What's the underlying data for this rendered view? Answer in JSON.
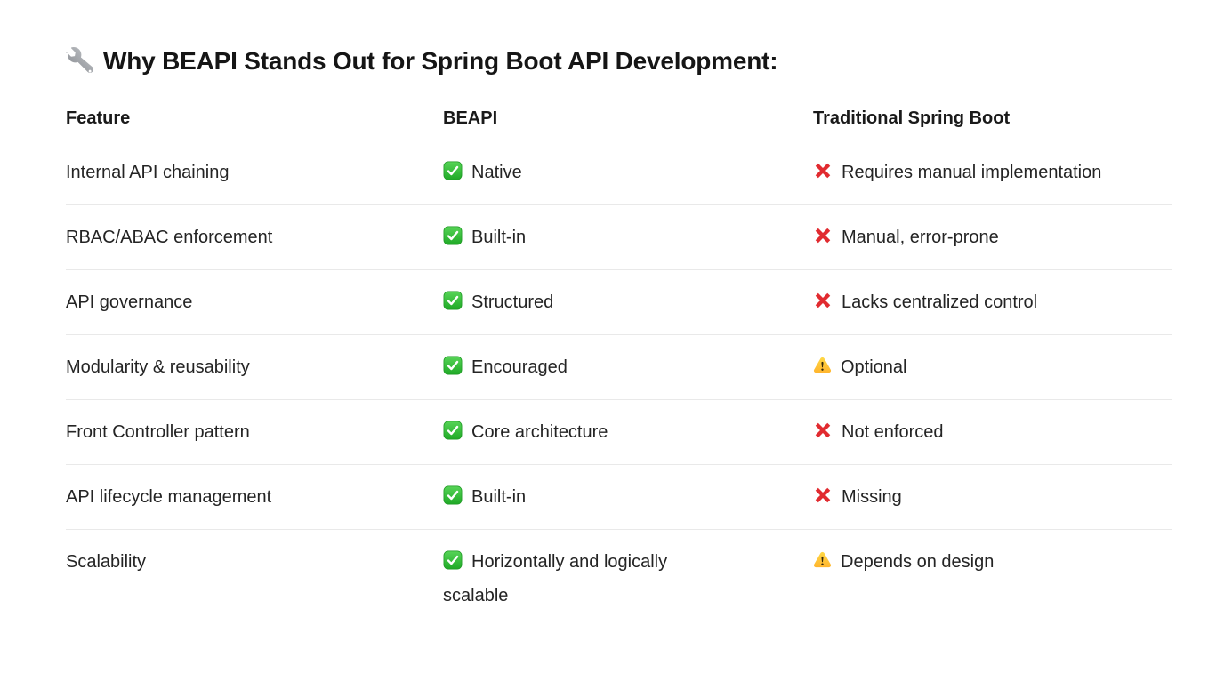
{
  "title": {
    "icon": "wrench-icon",
    "text": "Why BEAPI Stands Out for Spring Boot API Development:"
  },
  "table": {
    "headers": [
      "Feature",
      "BEAPI",
      "Traditional Spring Boot"
    ],
    "rows": [
      {
        "feature": "Internal API chaining",
        "beapi_icon": "check-icon",
        "beapi": "Native",
        "traditional_icon": "cross-icon",
        "traditional": "Requires manual implementation"
      },
      {
        "feature": "RBAC/ABAC enforcement",
        "beapi_icon": "check-icon",
        "beapi": "Built-in",
        "traditional_icon": "cross-icon",
        "traditional": "Manual, error-prone"
      },
      {
        "feature": "API governance",
        "beapi_icon": "check-icon",
        "beapi": "Structured",
        "traditional_icon": "cross-icon",
        "traditional": "Lacks centralized control"
      },
      {
        "feature": "Modularity & reusability",
        "beapi_icon": "check-icon",
        "beapi": "Encouraged",
        "traditional_icon": "warning-icon",
        "traditional": "Optional"
      },
      {
        "feature": "Front Controller pattern",
        "beapi_icon": "check-icon",
        "beapi": "Core architecture",
        "traditional_icon": "cross-icon",
        "traditional": "Not enforced"
      },
      {
        "feature": "API lifecycle management",
        "beapi_icon": "check-icon",
        "beapi": "Built-in",
        "traditional_icon": "cross-icon",
        "traditional": "Missing"
      },
      {
        "feature": "Scalability",
        "beapi_icon": "check-icon",
        "beapi": "Horizontally and logically scalable",
        "traditional_icon": "warning-icon",
        "traditional": "Depends on design"
      }
    ],
    "colors": {
      "check_green": "#2fb344",
      "cross_red": "#e12b30",
      "warning_yellow": "#ffcc32",
      "header_border": "#cfcfcf",
      "row_border": "#e9e9e9",
      "text": "#242424"
    }
  }
}
